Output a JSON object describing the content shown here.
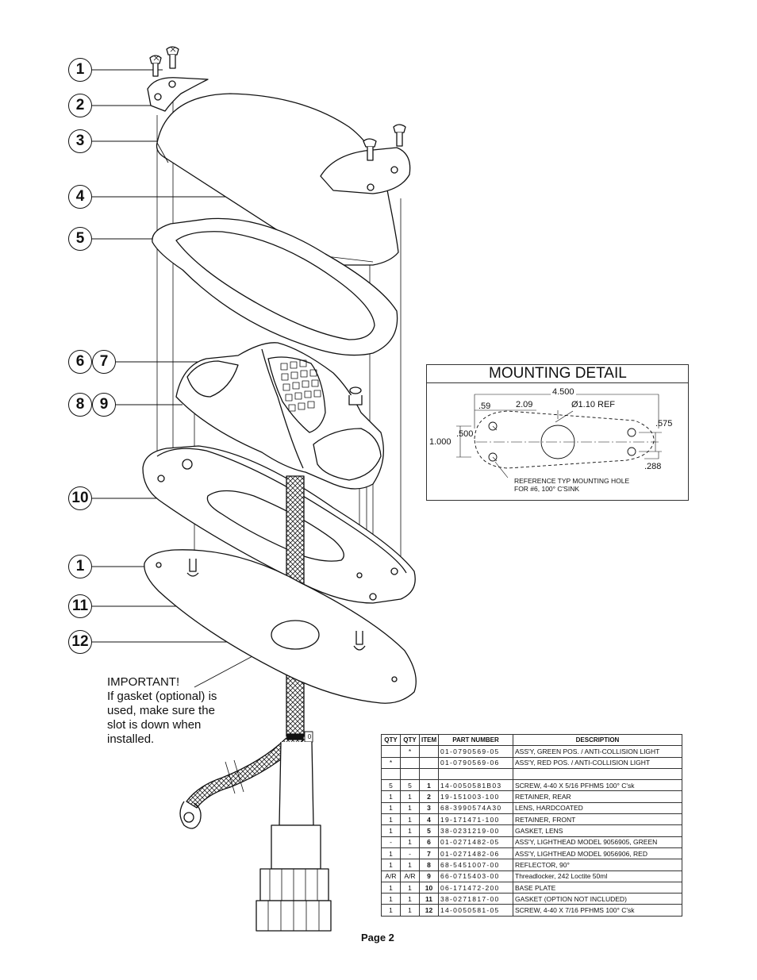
{
  "callouts": [
    "1",
    "2",
    "3",
    "4",
    "5",
    "6",
    "7",
    "8",
    "9",
    "10",
    "1",
    "11",
    "12"
  ],
  "note": {
    "line1": "IMPORTANT!",
    "line2": "If gasket (optional) is",
    "line3": "used, make sure the",
    "line4": "slot is down when",
    "line5": "installed."
  },
  "connector_label": "0",
  "mounting_detail": {
    "title": "MOUNTING DETAIL",
    "dim_4500": "4.500",
    "dim_209": "2.09",
    "dim_059": ".59",
    "dim_dia": "Ø1.10 REF",
    "dim_575": ".575",
    "dim_500": ".500",
    "dim_1000": "1.000",
    "dim_288": ".288",
    "ref_line1": "REFERENCE TYP MOUNTING HOLE",
    "ref_line2": "FOR #6, 100° C'SINK"
  },
  "parts_table": {
    "headers": [
      "QTY",
      "QTY",
      "ITEM",
      "PART NUMBER",
      "DESCRIPTION"
    ],
    "rows": [
      {
        "q1": "",
        "q2": "*",
        "item": "",
        "pn": "01-0790569-05",
        "desc": "ASS'Y, GREEN POS. / ANTI-COLLISION LIGHT"
      },
      {
        "q1": "*",
        "q2": "",
        "item": "",
        "pn": "01-0790569-06",
        "desc": "ASS'Y, RED POS. / ANTI-COLLISION LIGHT"
      },
      {
        "q1": "",
        "q2": "",
        "item": "",
        "pn": "",
        "desc": ""
      },
      {
        "q1": "5",
        "q2": "5",
        "item": "1",
        "pn": "14-0050581B03",
        "desc": "SCREW, 4-40 X 5/16 PFHMS 100° C'sk"
      },
      {
        "q1": "1",
        "q2": "1",
        "item": "2",
        "pn": "19-151003-100",
        "desc": "RETAINER, REAR"
      },
      {
        "q1": "1",
        "q2": "1",
        "item": "3",
        "pn": "68-3990574A30",
        "desc": "LENS, HARDCOATED"
      },
      {
        "q1": "1",
        "q2": "1",
        "item": "4",
        "pn": "19-171471-100",
        "desc": "RETAINER, FRONT"
      },
      {
        "q1": "1",
        "q2": "1",
        "item": "5",
        "pn": "38-0231219-00",
        "desc": "GASKET, LENS"
      },
      {
        "q1": "-",
        "q2": "1",
        "item": "6",
        "pn": "01-0271482-05",
        "desc": "ASS'Y, LIGHTHEAD MODEL 9056905, GREEN"
      },
      {
        "q1": "1",
        "q2": "-",
        "item": "7",
        "pn": "01-0271482-06",
        "desc": "ASS'Y, LIGHTHEAD MODEL 9056906, RED"
      },
      {
        "q1": "1",
        "q2": "1",
        "item": "8",
        "pn": "68-5451007-00",
        "desc": "REFLECTOR, 90°"
      },
      {
        "q1": "A/R",
        "q2": "A/R",
        "item": "9",
        "pn": "66-0715403-00",
        "desc": "Threadlocker, 242 Loctite 50ml"
      },
      {
        "q1": "1",
        "q2": "1",
        "item": "10",
        "pn": "06-171472-200",
        "desc": "BASE PLATE"
      },
      {
        "q1": "1",
        "q2": "1",
        "item": "11",
        "pn": "38-0271817-00",
        "desc": "GASKET (OPTION NOT INCLUDED)"
      },
      {
        "q1": "1",
        "q2": "1",
        "item": "12",
        "pn": "14-0050581-05",
        "desc": "SCREW, 4-40 X 7/16 PFHMS 100° C'sk"
      }
    ]
  },
  "page_label": "Page 2"
}
